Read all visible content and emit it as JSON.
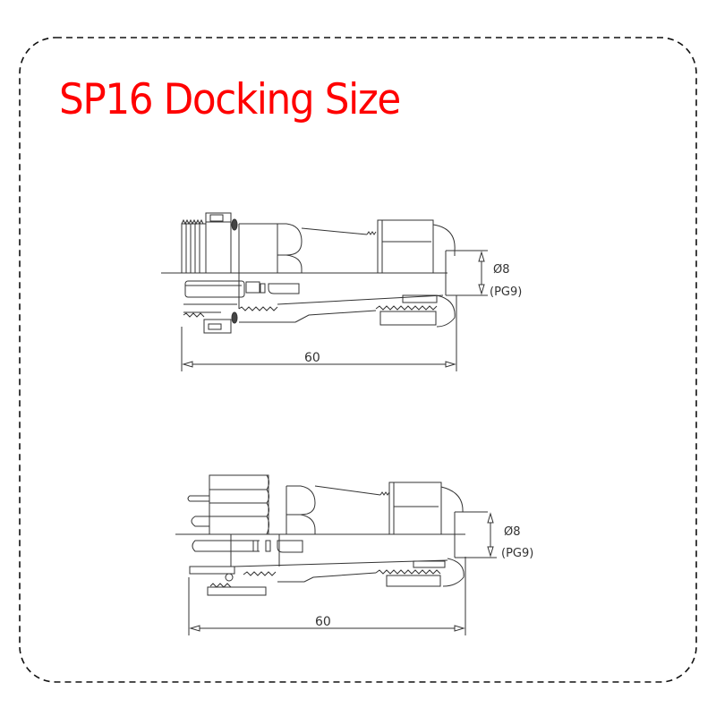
{
  "title": {
    "text": "SP16 Docking Size",
    "color": "#ff0000"
  },
  "frame": {
    "style": "dashed-rounded-border",
    "stroke_color": "#111111"
  },
  "drawings": [
    {
      "name": "top-connector-assembly",
      "length_label": "60",
      "diameter_label": "Ø8",
      "thread_label": "(PG9)"
    },
    {
      "name": "bottom-connector-assembly",
      "length_label": "60",
      "diameter_label": "Ø8",
      "thread_label": "(PG9)"
    }
  ],
  "line_color": "#333333"
}
